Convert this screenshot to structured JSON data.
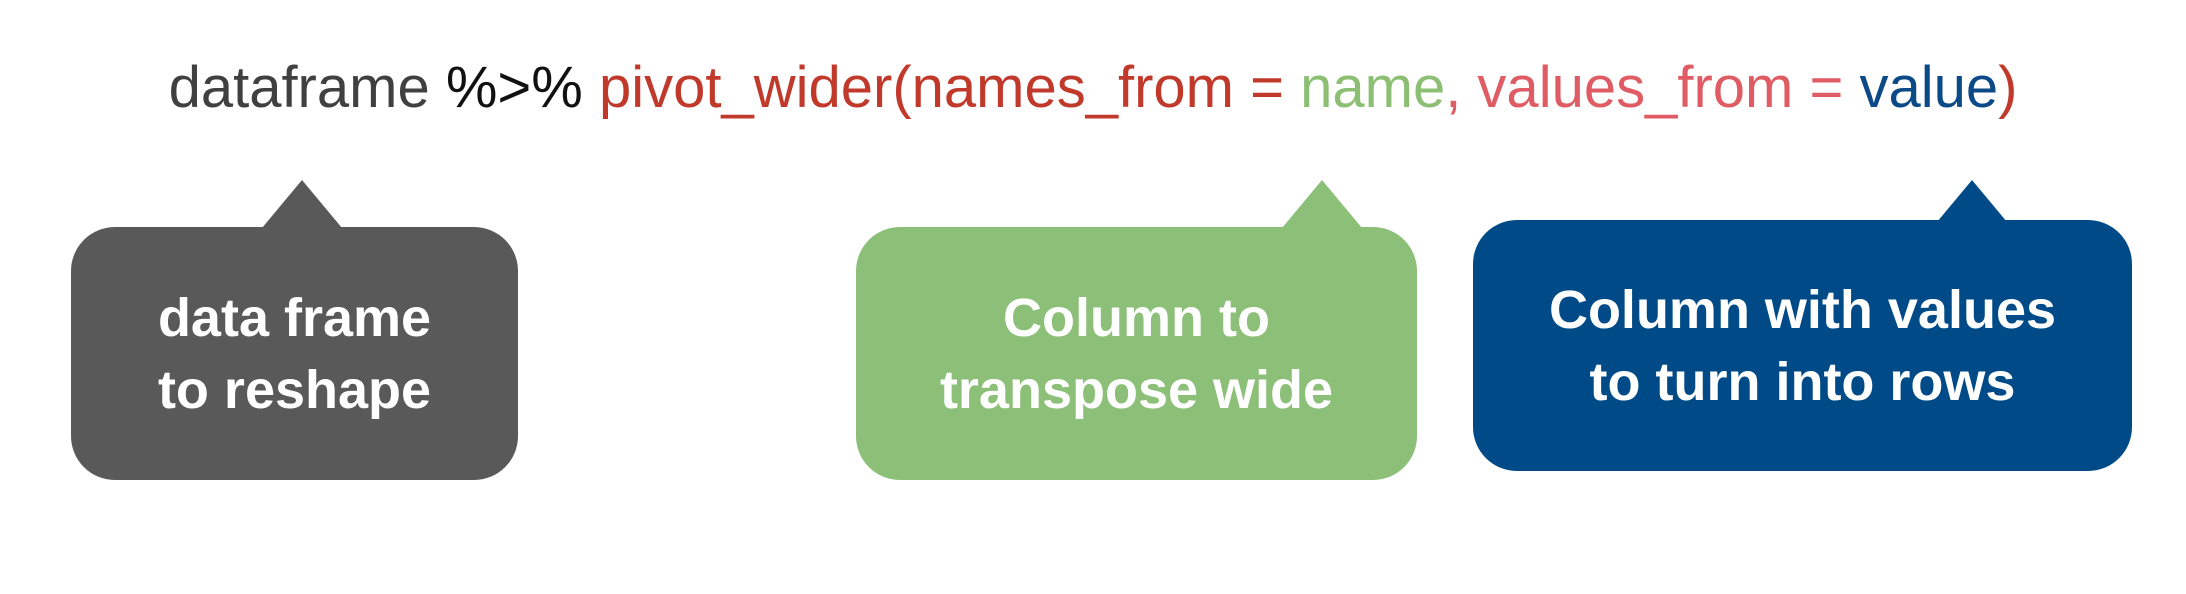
{
  "code": {
    "dataframe": "dataframe",
    "pipe": " %>% ",
    "function_open": "pivot_wider(names_from = ",
    "name_arg": "name",
    "sep": ", values_from = ",
    "value_arg": "value",
    "close": ")"
  },
  "callouts": [
    {
      "text": "data frame\nto reshape",
      "color": "#595959"
    },
    {
      "text": "Column to\ntranspose wide",
      "color": "#8cbf78"
    },
    {
      "text": "Column with values\nto turn into rows",
      "color": "#004b87"
    }
  ],
  "colors": {
    "dataframe": "#404040",
    "pipe": "#111111",
    "function": "#c0392b",
    "name": "#8cbf73",
    "values_from": "#e05c64",
    "value": "#0b4a87"
  }
}
